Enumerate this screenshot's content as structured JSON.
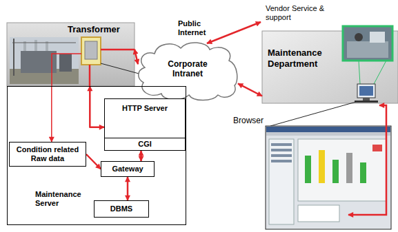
{
  "diagram": {
    "nodes": [
      {
        "text": [
          "Transformer"
        ]
      },
      {
        "text": [
          "Corporate Intranet"
        ]
      },
      {
        "text": [
          "Maintenance Department"
        ]
      },
      {
        "text": [
          "Maintenance Server"
        ]
      },
      {
        "text": [
          "HTTP Server",
          "CGI"
        ],
        "in": 3
      },
      {
        "text": [
          "Condition related Raw data"
        ],
        "in": 3
      },
      {
        "text": [
          "Gateway"
        ],
        "in": 3
      },
      {
        "text": [
          "DBMS"
        ],
        "in": 3
      }
    ],
    "edges": [
      {
        "from": 0,
        "to": 1,
        "arrow": "both"
      },
      {
        "from": 1,
        "to": 2,
        "arrow": "both"
      },
      {
        "from": 0,
        "to": 5,
        "arrow": "to"
      },
      {
        "from": 0,
        "to": 4,
        "arrow": "both"
      },
      {
        "from": 5,
        "to": 6,
        "arrow": "to"
      },
      {
        "from": 6,
        "to": 4,
        "arrow": "both"
      },
      {
        "from": 6,
        "to": 7,
        "arrow": "both"
      }
    ],
    "labels": [
      "Public Internet",
      "Vendor Service & support",
      "Browser"
    ]
  }
}
